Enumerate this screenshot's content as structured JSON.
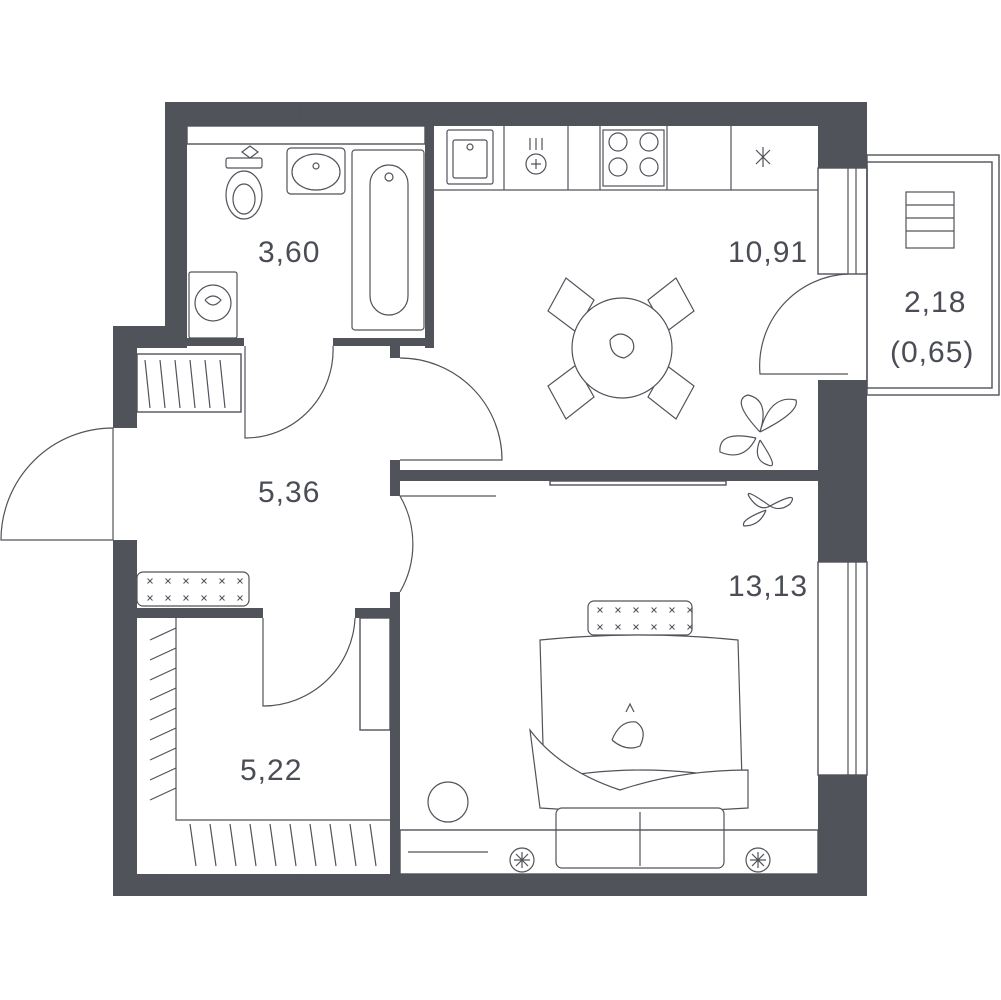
{
  "rooms": {
    "bathroom": {
      "area": "3,60"
    },
    "kitchen_living": {
      "area": "10,91"
    },
    "loggia": {
      "area": "2,18",
      "area_reduced": "(0,65)"
    },
    "hallway": {
      "area": "5,36"
    },
    "bedroom": {
      "area": "13,13"
    },
    "wardrobe": {
      "area": "5,22"
    }
  },
  "colors": {
    "wall": "#50535a",
    "text": "#4a4d55",
    "background": "#ffffff"
  },
  "icons": [
    "toilet-icon",
    "sink-icon",
    "bathtub-icon",
    "washing-machine-icon",
    "kitchen-sink-icon",
    "stove-icon",
    "dining-table-icon",
    "plant-icon",
    "bed-icon",
    "cat-icon",
    "radiator-icon",
    "clothes-dryer-icon",
    "ottoman-icon",
    "fan-icon",
    "round-table-icon"
  ]
}
